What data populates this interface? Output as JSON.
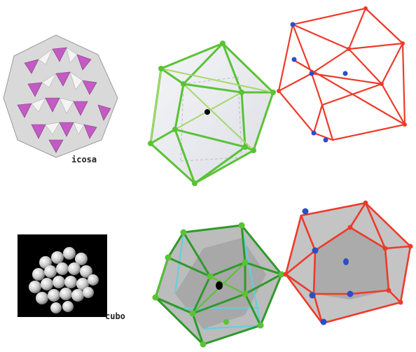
{
  "labels": {
    "icosa": "icosa",
    "cubo": "cubo"
  },
  "figures": {
    "top_row": {
      "thumbnail": "icosahedral-cluster-shaded",
      "models": [
        "green-icosahedron-wireframe",
        "red-wireframe-polyhedron"
      ]
    },
    "bottom_row": {
      "thumbnail": "cuboctahedral-sphere-cluster",
      "models": [
        "green-cuboctahedron-shaded",
        "red-shaded-polyhedron"
      ]
    }
  },
  "colors": {
    "green": "#5bc236",
    "light_green": "#a6d86a",
    "red": "#ee3a2a",
    "blue_vertex": "#2a4fc8",
    "cyan_edge": "#5fd0e0",
    "magenta": "#c45ac4",
    "gray_face": "#b9b9b9"
  }
}
